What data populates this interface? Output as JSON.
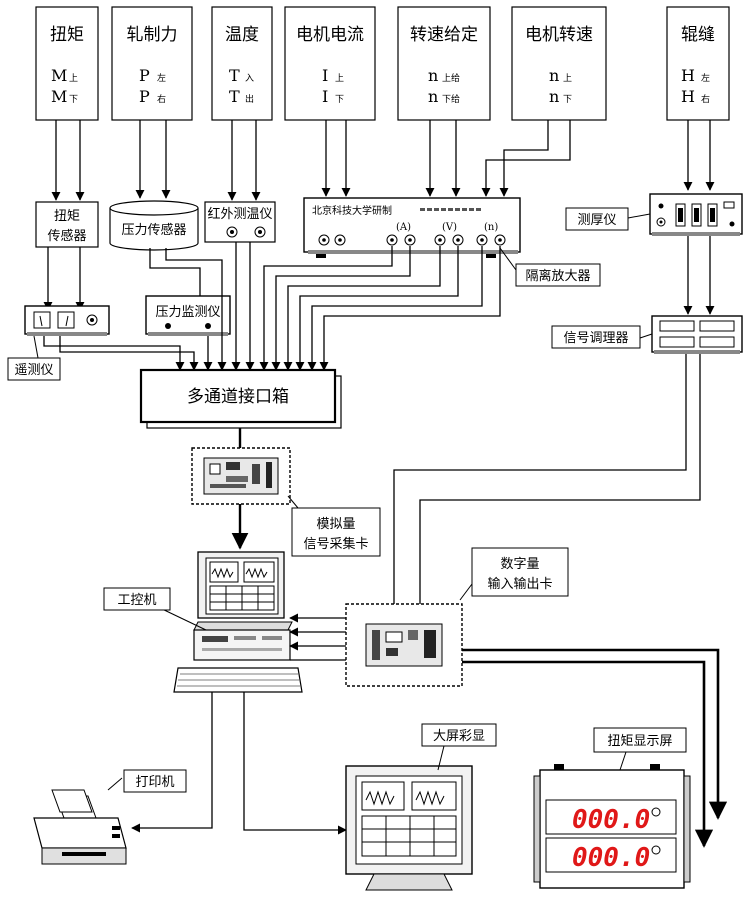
{
  "top_params": [
    {
      "id": "torque",
      "title": "扭矩",
      "lines": [
        {
          "sym": "M",
          "sub": "上"
        },
        {
          "sym": "M",
          "sub": "下"
        }
      ]
    },
    {
      "id": "rolling-force",
      "title": "轧制力",
      "lines": [
        {
          "sym": "P",
          "sub": "左"
        },
        {
          "sym": "P",
          "sub": "右"
        }
      ]
    },
    {
      "id": "temperature",
      "title": "温度",
      "lines": [
        {
          "sym": "T",
          "sub": "入"
        },
        {
          "sym": "T",
          "sub": "出"
        }
      ]
    },
    {
      "id": "motor-current",
      "title": "电机电流",
      "lines": [
        {
          "sym": "I",
          "sub": "上"
        },
        {
          "sym": "I",
          "sub": "下"
        }
      ]
    },
    {
      "id": "speed-setpoint",
      "title": "转速给定",
      "lines": [
        {
          "sym": "n",
          "sub": "上给"
        },
        {
          "sym": "n",
          "sub": "下给"
        }
      ]
    },
    {
      "id": "motor-speed",
      "title": "电机转速",
      "lines": [
        {
          "sym": "n",
          "sub": "上"
        },
        {
          "sym": "n",
          "sub": "下"
        }
      ]
    },
    {
      "id": "roll-gap",
      "title": "辊缝",
      "lines": [
        {
          "sym": "H",
          "sub": "左"
        },
        {
          "sym": "H",
          "sub": "右"
        }
      ]
    }
  ],
  "devices": {
    "torque_sensor": "扭矩\n传感器",
    "pressure_sensor": "压力传感器",
    "ir_thermometer": "红外测温仪",
    "isolation_amp_brand": "北京科技大学研制",
    "isolation_amp_ports": [
      "(A)",
      "(V)",
      "(n)"
    ],
    "isolation_amp": "隔离放大器",
    "thickness_gauge": "测厚仪",
    "telemetry": "遥测仪",
    "pressure_monitor": "压力监测仪",
    "signal_conditioner": "信号调理器",
    "interface_box": "多通道接口箱",
    "analog_card": "模拟量\n信号采集卡",
    "ipc": "工控机",
    "digital_io_card": "数字量\n输入输出卡",
    "printer": "打印机",
    "big_screen": "大屏彩显",
    "torque_display": "扭矩显示屏"
  },
  "torque_display_readings": [
    "000.0",
    "000.0"
  ]
}
